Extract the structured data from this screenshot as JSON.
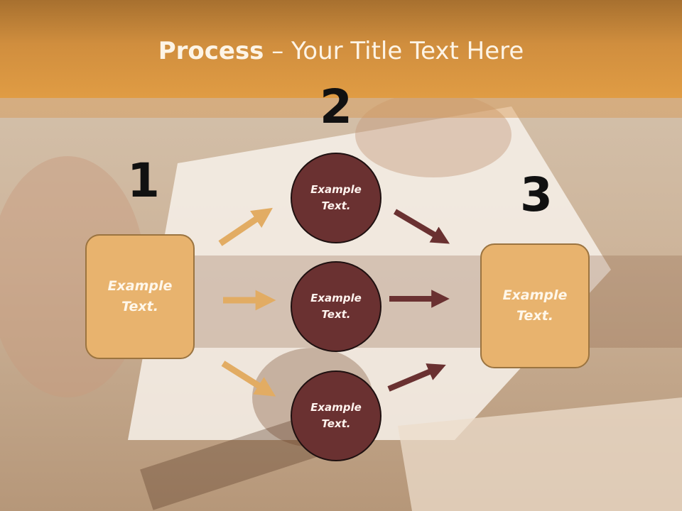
{
  "title": {
    "bold": "Process",
    "rest": " – Your Title Text Here"
  },
  "steps": {
    "one": "1",
    "two": "2",
    "three": "3"
  },
  "left_box": {
    "text": "Example Text."
  },
  "right_box": {
    "text": "Example Text."
  },
  "circles": [
    {
      "text": "Example Text."
    },
    {
      "text": "Example Text."
    },
    {
      "text": "Example Text."
    }
  ],
  "colors": {
    "header": "#e09c44",
    "box_fill": "#e8b36e",
    "circle_fill": "#6a3131",
    "arrow_light": "#e2ac63",
    "arrow_dark": "#6a3131"
  }
}
